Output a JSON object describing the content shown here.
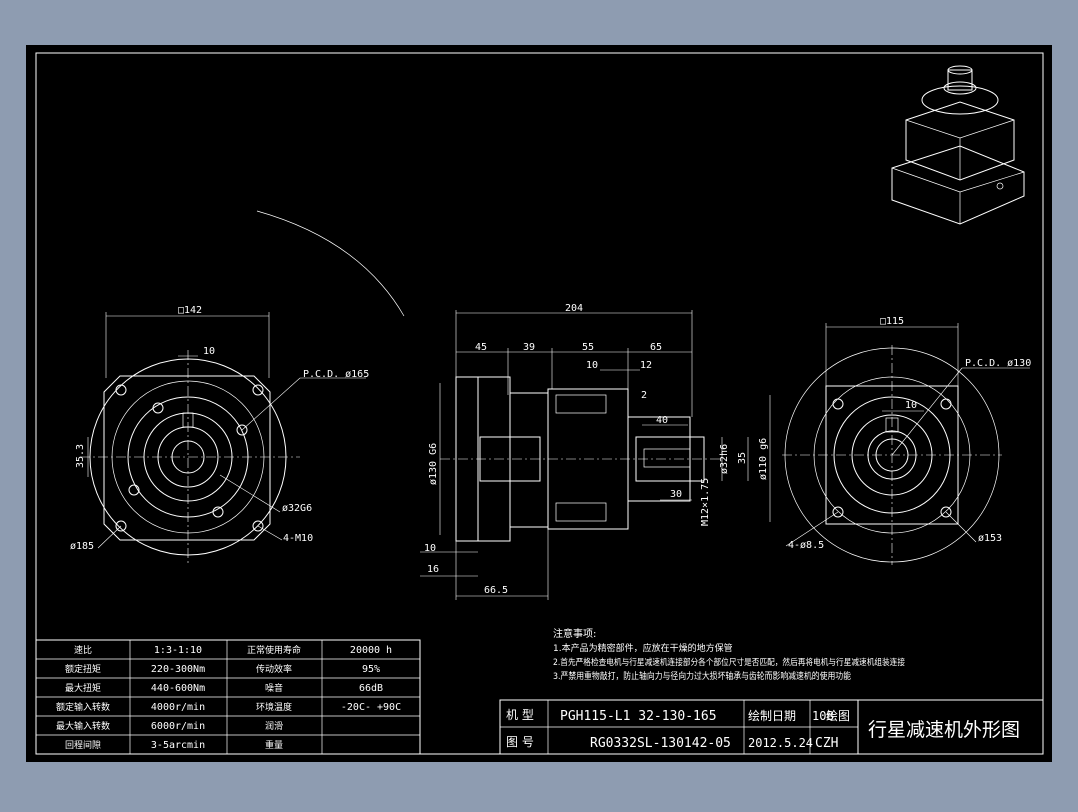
{
  "colors": {
    "background": "#8e9cb1",
    "sheet": "#000000",
    "line": "#ffffff"
  },
  "front_left": {
    "square": "□142",
    "key": "10",
    "pcd": "P.C.D. ø165",
    "height": "35.3",
    "bore": "ø32G6",
    "outer": "ø185",
    "bolts": "4-M10"
  },
  "side_view": {
    "total": "204",
    "d45": "45",
    "d39": "39",
    "d55": "55",
    "d65": "65",
    "d10": "10",
    "d12": "12",
    "d2": "2",
    "d40": "40",
    "d30": "30",
    "shaft": "ø32h6",
    "d35": "35",
    "flange": "ø130 G6",
    "body": "ø110 g6",
    "thread": "M12×1.75",
    "b10": "10",
    "b16": "16",
    "b665": "66.5"
  },
  "front_right": {
    "square": "□115",
    "pcd": "P.C.D. ø130",
    "key": "10",
    "holes": "4-ø8.5",
    "outer": "ø153"
  },
  "spec_table": [
    [
      "速比",
      "1:3-1:10",
      "正常使用寿命",
      "20000 h"
    ],
    [
      "额定扭矩",
      "220-300Nm",
      "传动效率",
      "95%"
    ],
    [
      "最大扭矩",
      "440-600Nm",
      "噪音",
      "66dB"
    ],
    [
      "额定输入转数",
      "4000r/min",
      "环境温度",
      "-20C- +90C"
    ],
    [
      "最大输入转数",
      "6000r/min",
      "润滑",
      ""
    ],
    [
      "回程间隙",
      "3-5arcmin",
      "重量",
      ""
    ]
  ],
  "notes": {
    "title": "注意事项:",
    "line1": "1.本产品为精密部件，应放在干燥的地方保管",
    "line2": "2.首先严格检查电机与行星减速机连接部分各个部位尺寸是否匹配，然后再将电机与行星减速机组装连接",
    "line3": "3.严禁用重物敲打，防止轴向力与径向力过大损坏轴承与齿轮而影响减速机的使用功能"
  },
  "title_block": {
    "label_model": "机 型",
    "model": "PGH115-L1 32-130-165",
    "label_drawing_no": "图 号",
    "drawing_no": "RG0332SL-130142-05",
    "drafted_by": "绘制日期",
    "date": "2012.5.24",
    "scale_label": "10B",
    "drawing_label": "绘图",
    "drafter": "CZH",
    "title": "行星减速机外形图"
  }
}
